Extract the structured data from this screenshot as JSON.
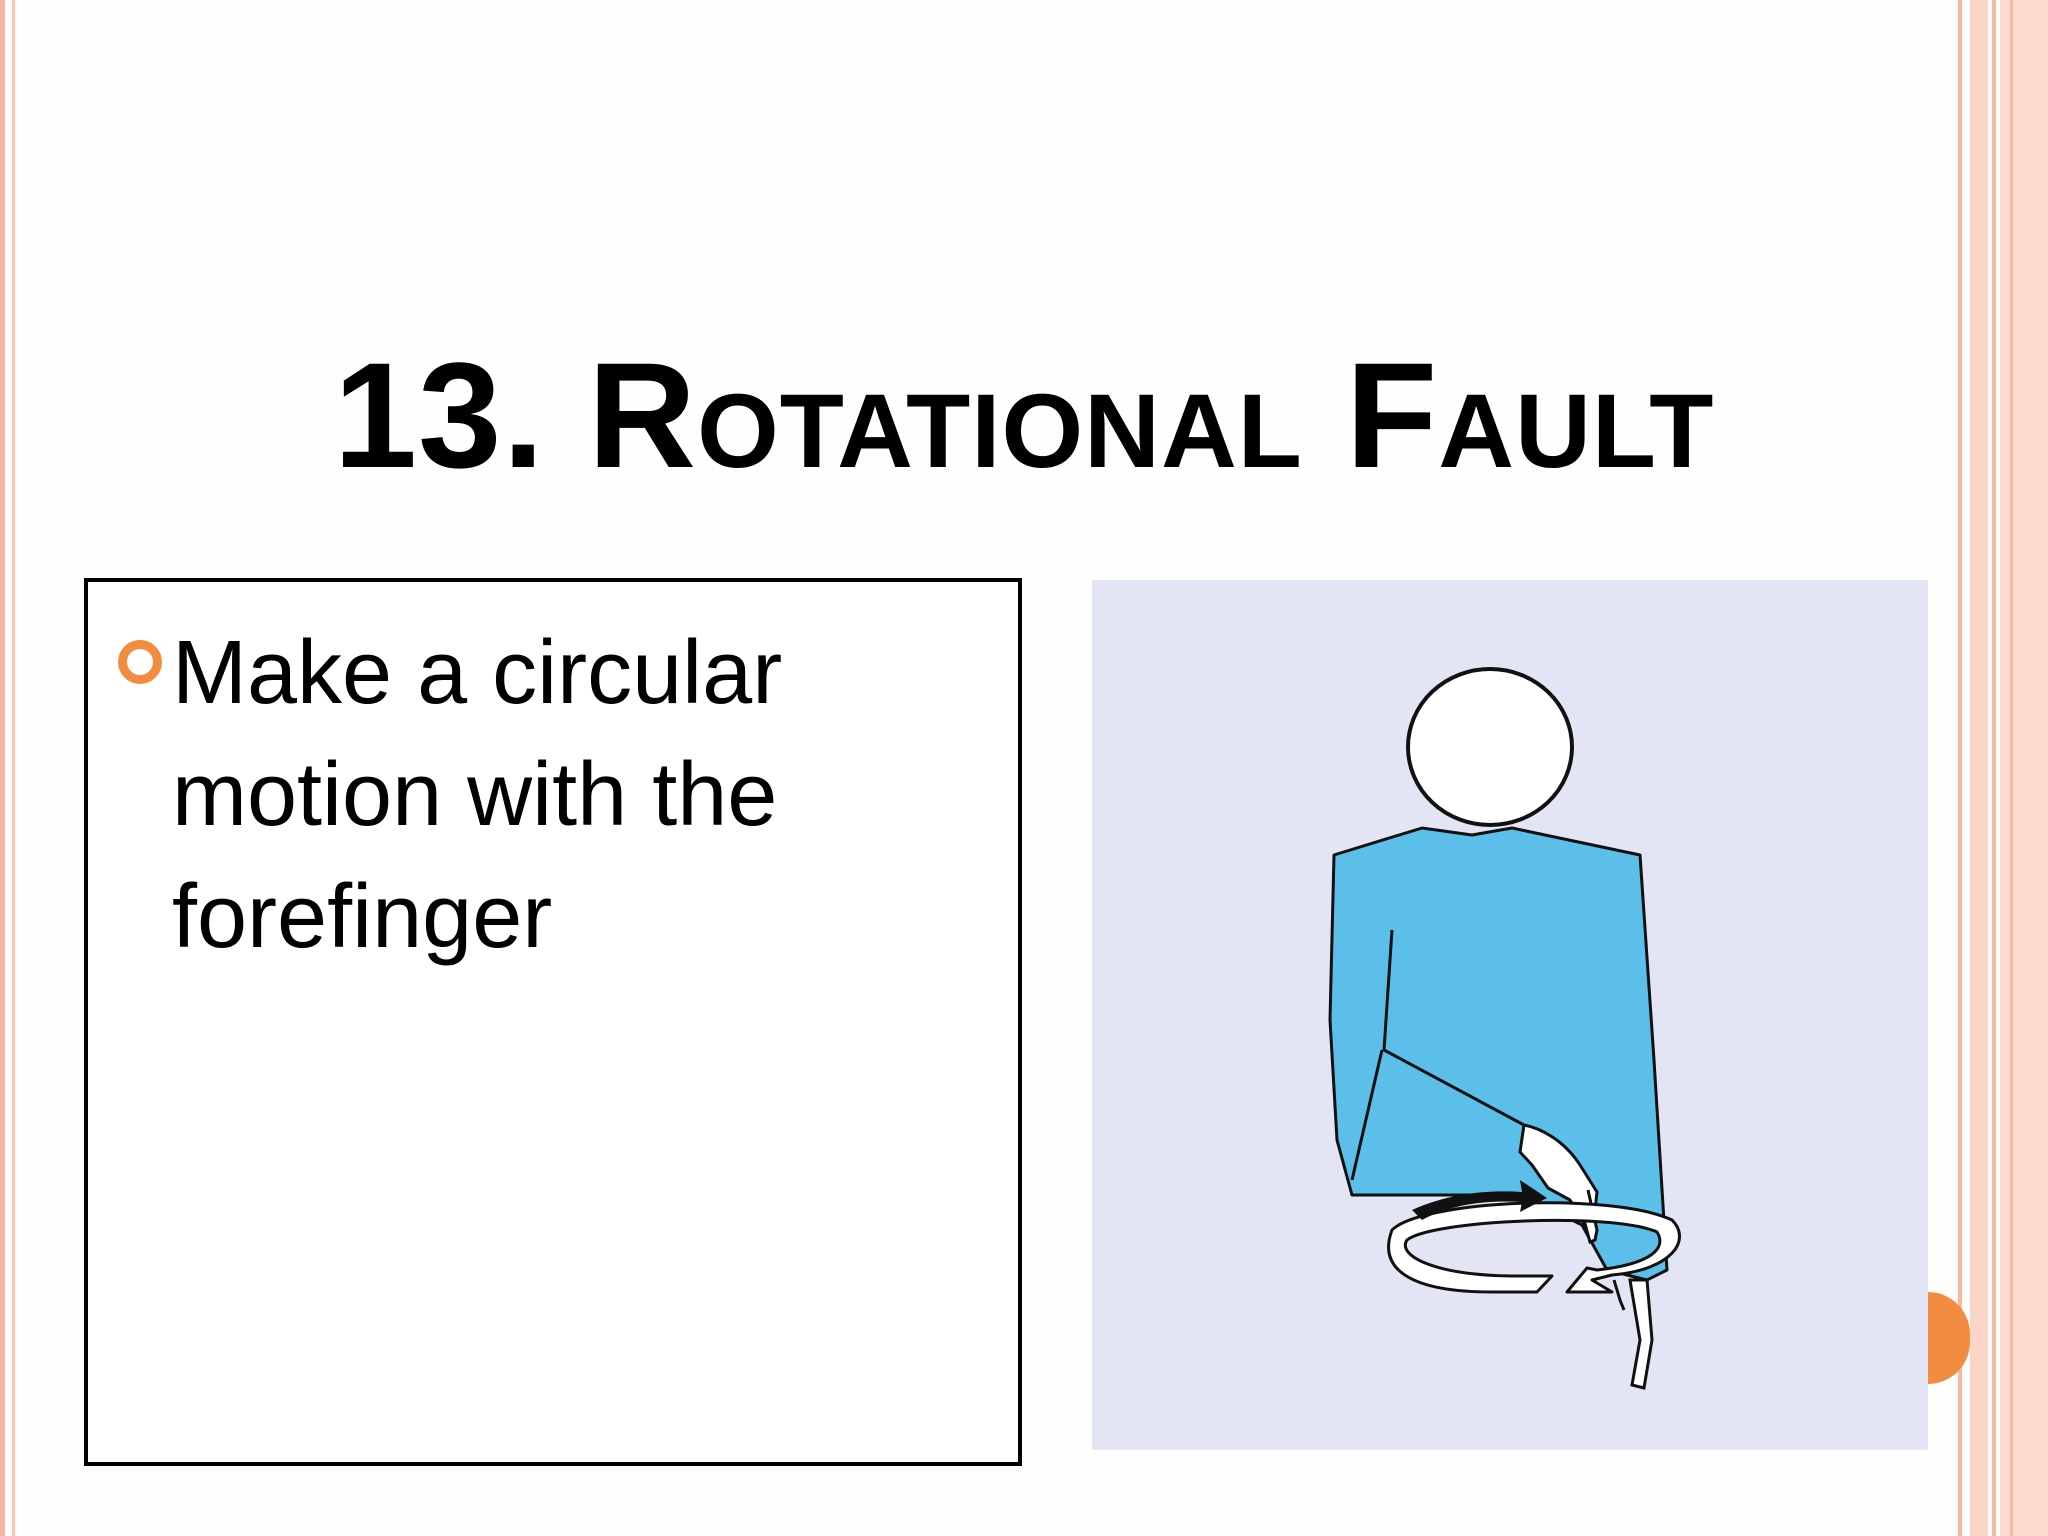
{
  "slide": {
    "title": "13. Rotational Fault",
    "bullets": [
      {
        "text": "Make a circular motion with the forefinger"
      }
    ],
    "image": {
      "icon": "referee-signal-rotational-fault-illustration"
    }
  },
  "colors": {
    "accent": "#f28c41",
    "border_pink": "#f6b8a3",
    "figure_blue": "#5bbfea",
    "picture_bg": "#e3e5f4"
  }
}
